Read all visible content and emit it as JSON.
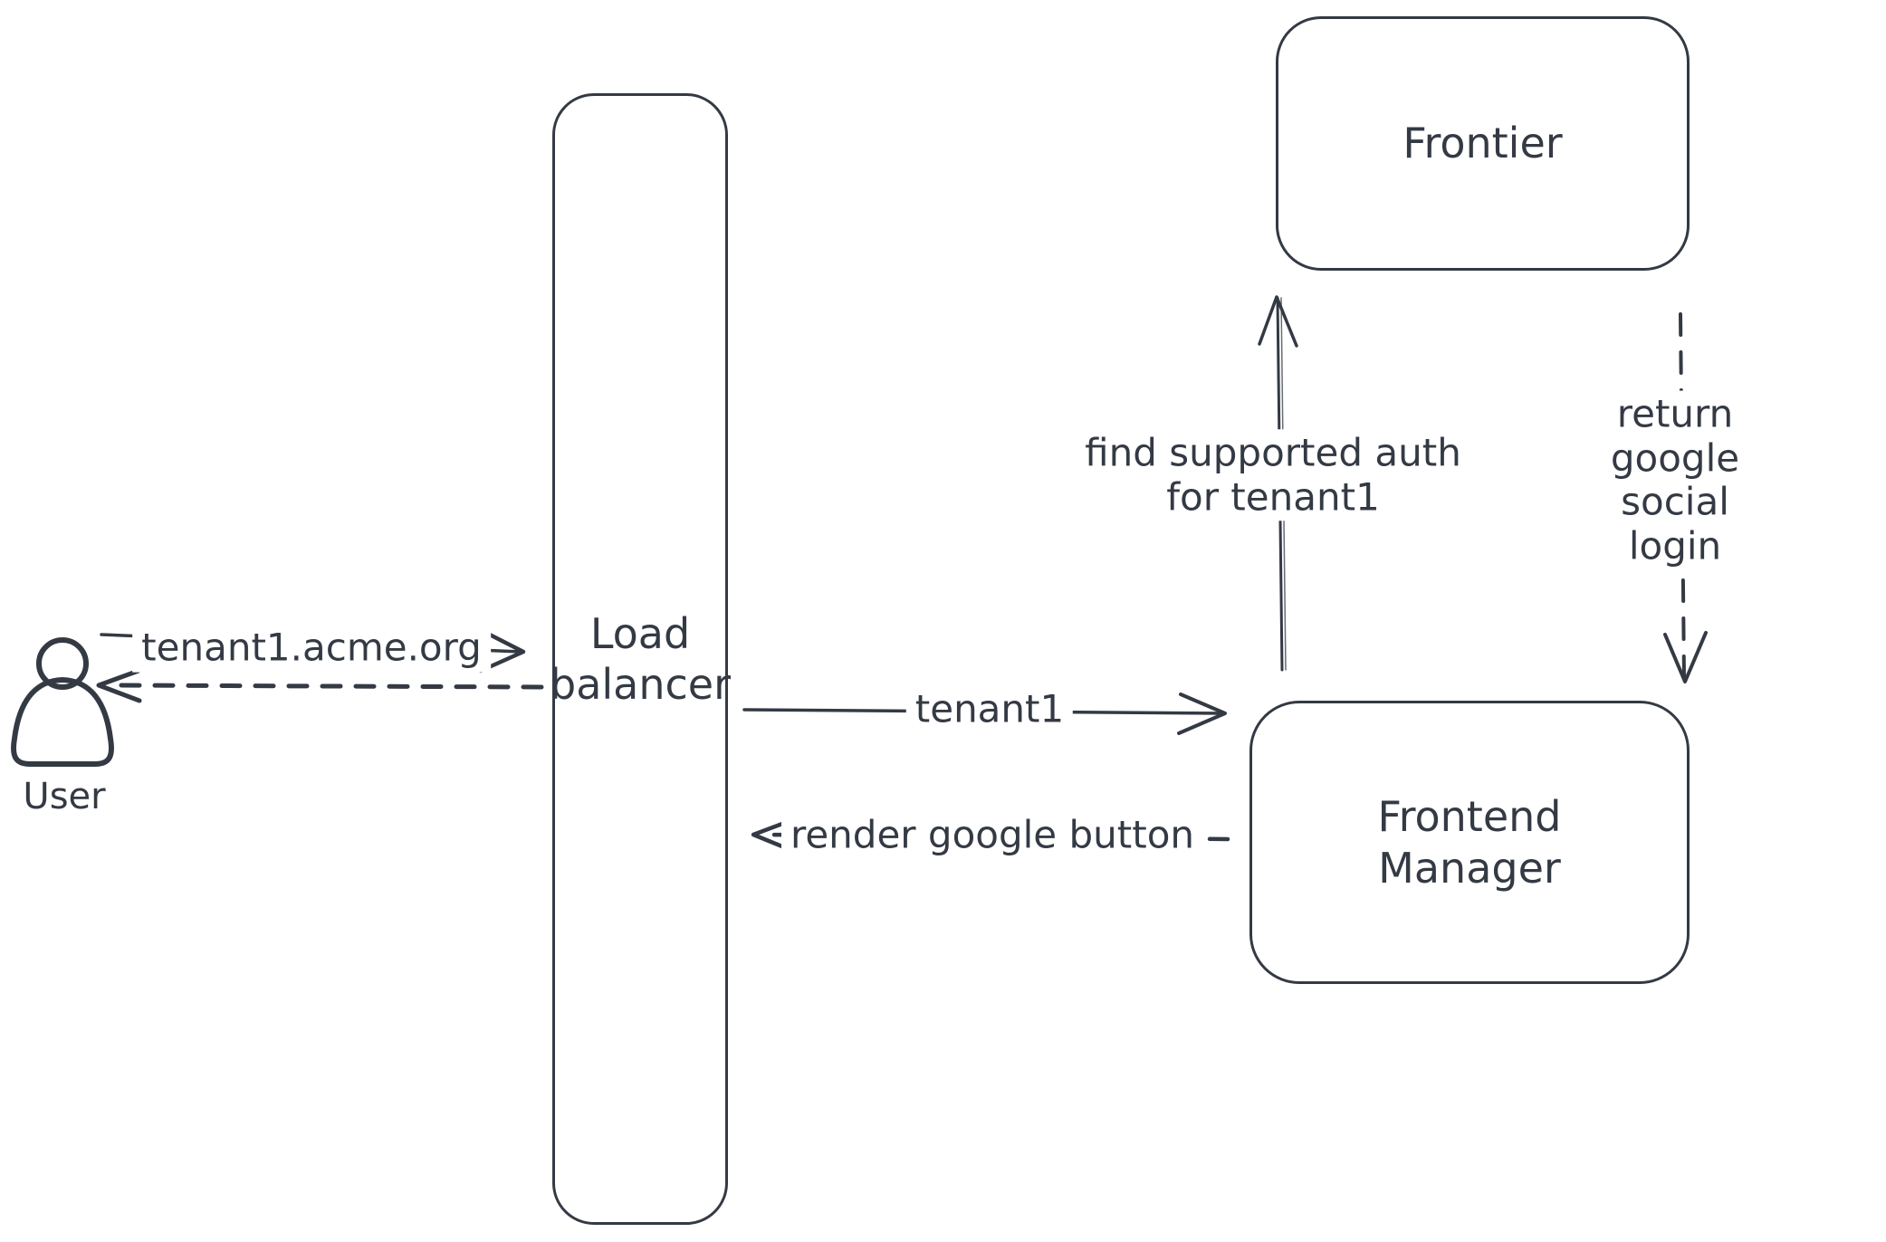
{
  "diagram": {
    "type": "flow-diagram",
    "background_color": "#ffffff",
    "stroke_color": "#343a44",
    "hatch_fill_color": "#ccd5de",
    "actor": {
      "label": "User"
    },
    "nodes": {
      "load_balancer": {
        "label": "Load\nbalancer"
      },
      "frontier": {
        "label": "Frontier"
      },
      "frontend_manager": {
        "label": "Frontend\nManager"
      }
    },
    "edges": {
      "user_request": {
        "label": "tenant1.acme.org",
        "from": "User",
        "to": "Load balancer",
        "style": "solid"
      },
      "user_response": {
        "label": "",
        "from": "Load balancer",
        "to": "User",
        "style": "dashed"
      },
      "forward_tenant": {
        "label": "tenant1",
        "from": "Load balancer",
        "to": "Frontend Manager",
        "style": "solid"
      },
      "render_button": {
        "label": "render google button",
        "from": "Frontend Manager",
        "to": "Load balancer",
        "style": "dashed"
      },
      "find_auth": {
        "label": "find supported auth\nfor tenant1",
        "from": "Frontend Manager",
        "to": "Frontier",
        "style": "solid"
      },
      "return_login": {
        "label": "return google social\nlogin",
        "from": "Frontier",
        "to": "Frontend Manager",
        "style": "dashed"
      }
    }
  }
}
